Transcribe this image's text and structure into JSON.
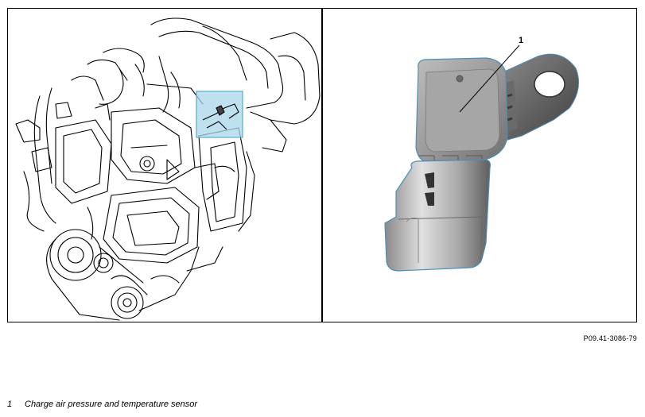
{
  "figure": {
    "callout_number": "1",
    "code": "P09.41-3086-79"
  },
  "legend": [
    {
      "number": "1",
      "text": "Charge air pressure and temperature sensor"
    }
  ],
  "colors": {
    "highlight": "#a9d6ea",
    "highlight_border": "#5aa9d1",
    "line": "#000000",
    "sensor_body": "#9a9a9a"
  }
}
